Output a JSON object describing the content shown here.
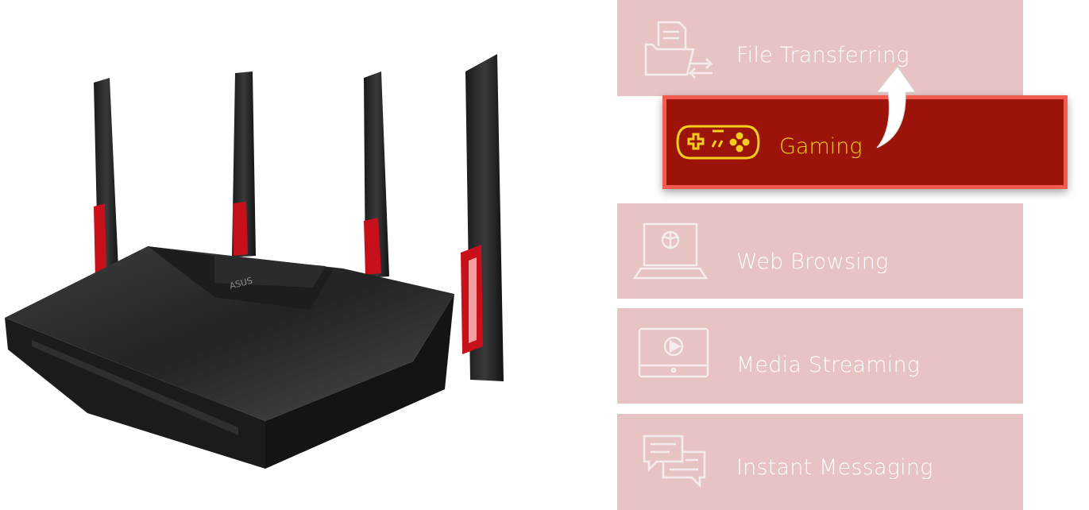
{
  "items": {
    "file": {
      "label": "File Transferring"
    },
    "gaming": {
      "label": "Gaming"
    },
    "web": {
      "label": "Web Browsing"
    },
    "media": {
      "label": "Media Streaming"
    },
    "msg": {
      "label": "Instant Messaging"
    }
  },
  "router": {
    "logo_text": "ASUS"
  },
  "icons": {
    "file": "file-transfer-icon",
    "gaming": "gamepad-icon",
    "web": "laptop-globe-icon",
    "media": "monitor-play-icon",
    "msg": "chat-bubbles-icon",
    "arrow": "curved-arrow-up-icon"
  },
  "colors": {
    "panel": "#e8c3c3",
    "highlight_bg": "#9c1409",
    "highlight_border": "#f25c4e",
    "highlight_text": "#f4cd1e",
    "router_accent": "#c8101a"
  }
}
